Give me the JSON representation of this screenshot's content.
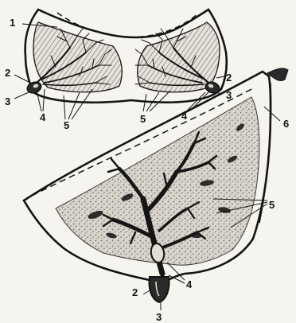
{
  "figure": {
    "labels": {
      "l1": "1",
      "l2_left": "2",
      "l2_right": "2",
      "l2_bottom": "2",
      "l3_left": "3",
      "l3_right": "3",
      "l3_bottom": "3",
      "l4_left": "4",
      "l4_right": "4",
      "l4_bottom": "4",
      "l5_left": "5",
      "l5_right": "5",
      "l5_bottom": "5",
      "l6": "6"
    },
    "colors": {
      "ink": "#141414",
      "paper": "#f6f4ef",
      "gland_fill": "#d2cec6",
      "hatch": "#6a6660"
    }
  }
}
